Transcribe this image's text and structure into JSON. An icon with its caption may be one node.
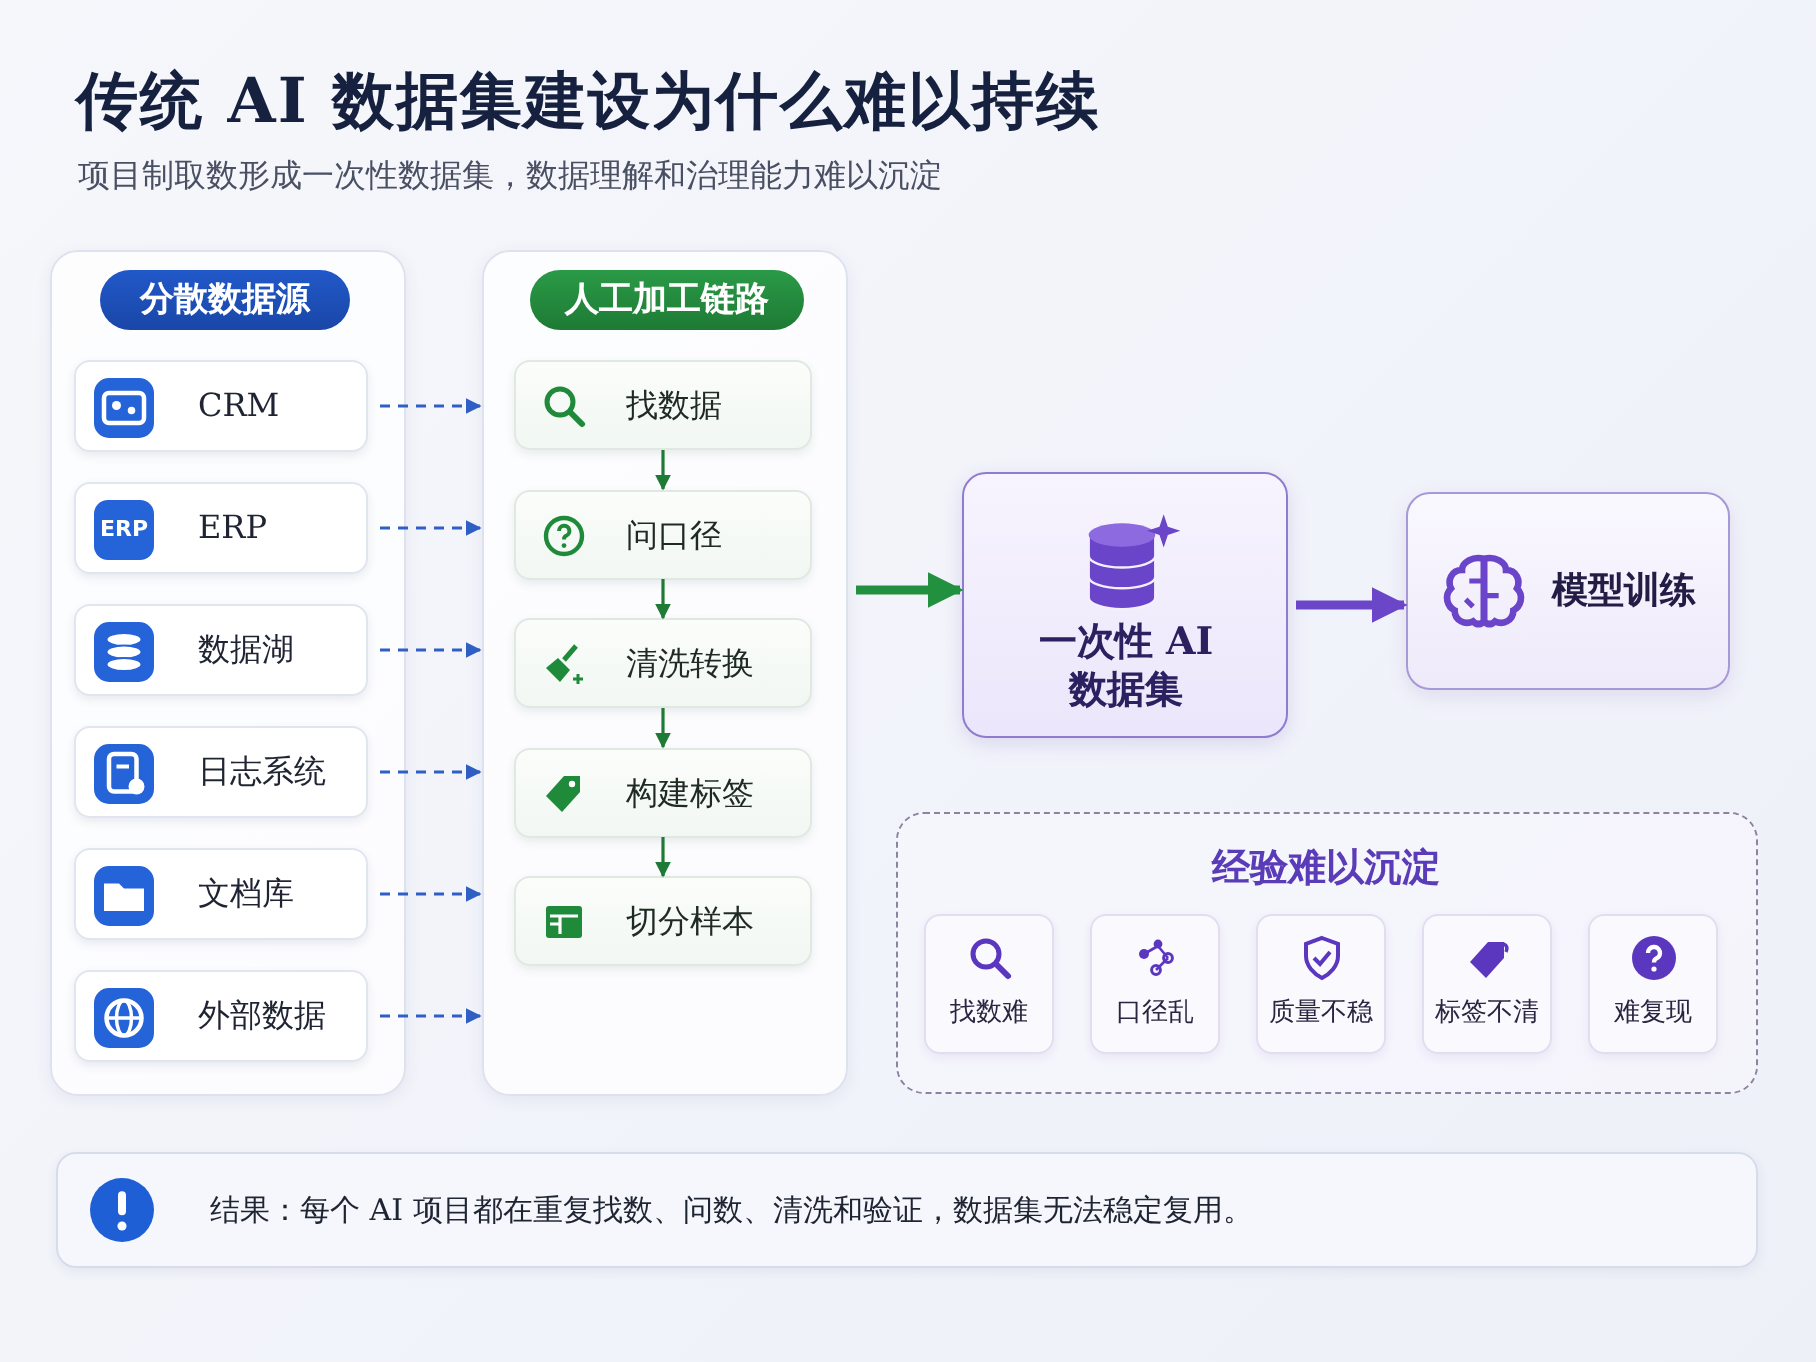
{
  "diagram": {
    "title": "传统 AI 数据集建设为什么难以持续",
    "caption": "项目制取数形成一次性数据集，数据理解和治理能力难以沉淀",
    "nodes": [
      {
        "text": [
          "分散数据源"
        ]
      },
      {
        "text": [
          "CRM"
        ],
        "in": 0
      },
      {
        "text": [
          "ERP"
        ],
        "in": 0
      },
      {
        "text": [
          "数据湖"
        ],
        "in": 0
      },
      {
        "text": [
          "日志系统"
        ],
        "in": 0
      },
      {
        "text": [
          "文档库"
        ],
        "in": 0
      },
      {
        "text": [
          "外部数据"
        ],
        "in": 0
      },
      {
        "text": [
          "人工加工链路"
        ]
      },
      {
        "text": [
          "找数据"
        ],
        "in": 7
      },
      {
        "text": [
          "问口径"
        ],
        "in": 7
      },
      {
        "text": [
          "清洗转换"
        ],
        "in": 7
      },
      {
        "text": [
          "构建标签"
        ],
        "in": 7
      },
      {
        "text": [
          "切分样本"
        ],
        "in": 7
      },
      {
        "text": [
          "一次性 AI 数据集"
        ]
      },
      {
        "text": [
          "模型训练"
        ]
      },
      {
        "text": [
          "经验难以沉淀"
        ]
      },
      {
        "text": [
          "找数难"
        ],
        "in": 15
      },
      {
        "text": [
          "口径乱"
        ],
        "in": 15
      },
      {
        "text": [
          "质量不稳"
        ],
        "in": 15
      },
      {
        "text": [
          "标签不清"
        ],
        "in": 15
      },
      {
        "text": [
          "难复现"
        ],
        "in": 15
      },
      {
        "text": [
          "结果：每个 AI 项目都在重复找数、问数、清洗和验证，数据集无法稳定复用。"
        ]
      }
    ],
    "edges": [
      {
        "from": 1,
        "to": 7,
        "arrow": "to",
        "style": "dashed",
        "color": "#2f5fc4"
      },
      {
        "from": 2,
        "to": 7,
        "arrow": "to",
        "style": "dashed",
        "color": "#2f5fc4"
      },
      {
        "from": 3,
        "to": 7,
        "arrow": "to",
        "style": "dashed",
        "color": "#2f5fc4"
      },
      {
        "from": 4,
        "to": 7,
        "arrow": "to",
        "style": "dashed",
        "color": "#2f5fc4"
      },
      {
        "from": 5,
        "to": 7,
        "arrow": "to",
        "style": "dashed",
        "color": "#2f5fc4"
      },
      {
        "from": 6,
        "to": 7,
        "arrow": "to",
        "style": "dashed",
        "color": "#2f5fc4"
      },
      {
        "from": 8,
        "to": 9,
        "arrow": "to",
        "color": "#1e7a34"
      },
      {
        "from": 9,
        "to": 10,
        "arrow": "to",
        "color": "#1e7a34"
      },
      {
        "from": 10,
        "to": 11,
        "arrow": "to",
        "color": "#1e7a34"
      },
      {
        "from": 11,
        "to": 12,
        "arrow": "to",
        "color": "#1e7a34"
      },
      {
        "from": 7,
        "to": 13,
        "arrow": "to",
        "style": "thick",
        "color": "#22913f"
      },
      {
        "from": 13,
        "to": 14,
        "arrow": "to",
        "style": "thick",
        "color": "#6b46c8"
      }
    ],
    "labels": [
      "ERP"
    ]
  }
}
